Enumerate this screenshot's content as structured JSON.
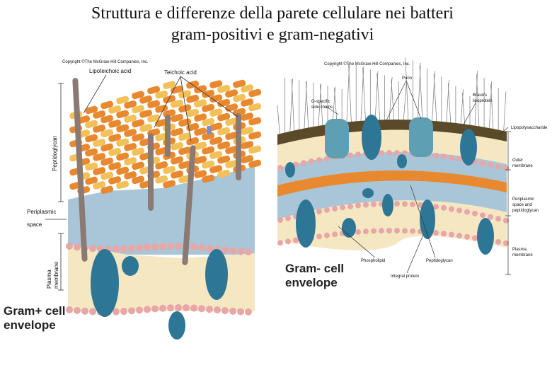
{
  "title": {
    "line1": "Struttura e differenze della parete cellulare nei batteri",
    "line2": "gram-positivi e gram-negativi"
  },
  "gram_positive": {
    "copyright": "Copyright ©The McGraw-Hill Companies, Inc.",
    "lipoteichoic_label": "Lipoteichoic acid",
    "teichoic_label": "Teichoic acid",
    "peptidoglycan_label": "Peptidoglycan",
    "periplasmic_line1": "Periplasmic",
    "periplasmic_line2": "space",
    "plasma_line1": "Plasma",
    "plasma_line2": "membrane",
    "caption_line1": "Gram+ cell",
    "caption_line2": "envelope"
  },
  "gram_negative": {
    "copyright": "Copyright ©The McGraw-Hill Companies, Inc.",
    "porin_label": "Porin",
    "o_specific_line1": "O-specific",
    "o_specific_line2": "side chains",
    "brauns_line1": "Braun's",
    "brauns_line2": "lipoprotein",
    "lps_label": "Lipopolysaccharide",
    "outer_line1": "Outer",
    "outer_line2": "membrane",
    "periplasmic_line1": "Periplasmic",
    "periplasmic_line2": "space and",
    "periplasmic_line3": "peptidoglycan",
    "plasma_line1": "Plasma",
    "plasma_line2": "membrane",
    "phospholipid_label": "Phospholipid",
    "peptidoglycan_label": "Peptidoglycan",
    "integral_label": "Integral protein",
    "caption_line1": "Gram- cell",
    "caption_line2": "envelope"
  },
  "colors": {
    "peptidoglycan": "#e8892f",
    "crosslink": "#f2c15a",
    "periplasm": "#a9c6d8",
    "phospholipid_head": "#e8a6a6",
    "protein": "#2e7696",
    "lps": "#5a4a2a"
  }
}
